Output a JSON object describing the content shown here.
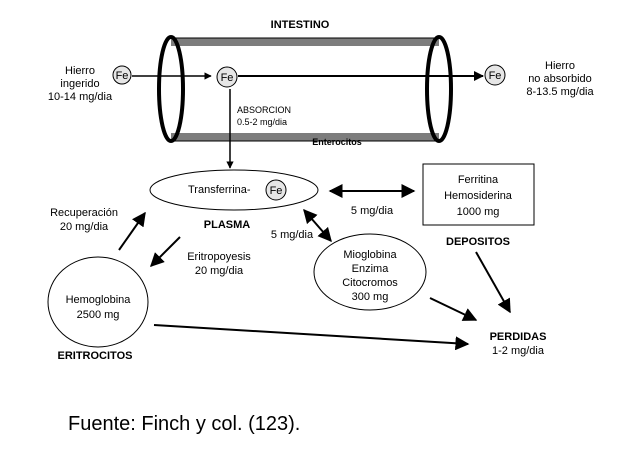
{
  "intestine": {
    "title": "INTESTINO",
    "label": "Enterocitos",
    "absorption": [
      "ABSORCION",
      "0.5-2 mg/dia"
    ]
  },
  "iron_in": [
    "Hierro",
    "ingerido",
    "10-14 mg/dia"
  ],
  "iron_out": [
    "Hierro",
    "no absorbido",
    "8-13.5 mg/dia"
  ],
  "fe_symbol": "Fe",
  "plasma": {
    "transferrin": "Transferrina-",
    "label": "PLASMA"
  },
  "deposits": {
    "lines": [
      "Ferritina",
      "Hemosiderina",
      "1000 mg"
    ],
    "label": "DEPOSITOS"
  },
  "myoglobin": {
    "lines": [
      "Mioglobina",
      "Enzima",
      "Citocromos",
      "300 mg"
    ]
  },
  "hemoglobin": {
    "lines": [
      "Hemoglobina",
      "2500 mg"
    ],
    "label": "ERITROCITOS"
  },
  "flows": {
    "plasma_deposits": "5 mg/dia",
    "plasma_myoglobin": "5 mg/dia",
    "recovery": [
      "Recuperación",
      "20 mg/dia"
    ],
    "erythropoiesis": [
      "Eritropoyesis",
      "20 mg/dia"
    ]
  },
  "losses": [
    "PERDIDAS",
    "1-2 mg/dia"
  ],
  "source": "Fuente: Finch y col. (123)."
}
